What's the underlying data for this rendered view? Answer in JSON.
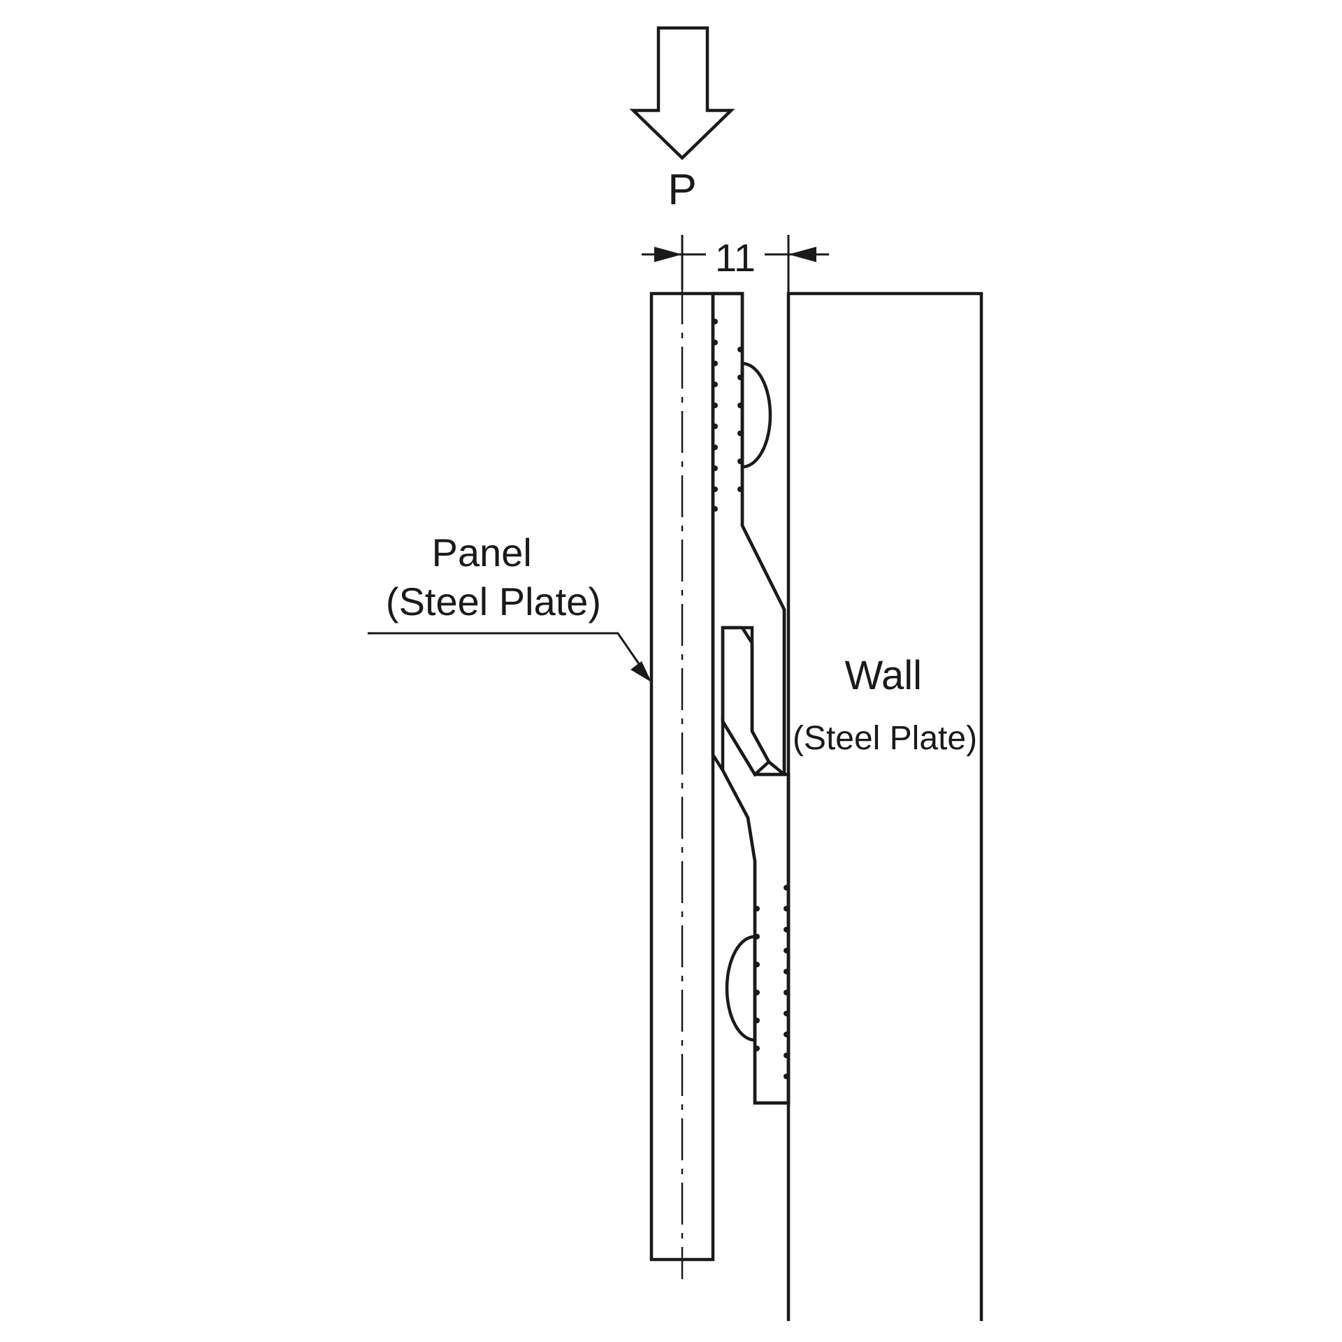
{
  "load": {
    "label": "P"
  },
  "dimension": {
    "value": "11"
  },
  "panel": {
    "line1": "Panel",
    "line2": "(Steel Plate)"
  },
  "wall": {
    "line1": "Wall",
    "line2": "(Steel Plate)"
  },
  "colors": {
    "line": "#1a1a1a",
    "bracket_fill": "#cccccc",
    "background": "#ffffff"
  }
}
